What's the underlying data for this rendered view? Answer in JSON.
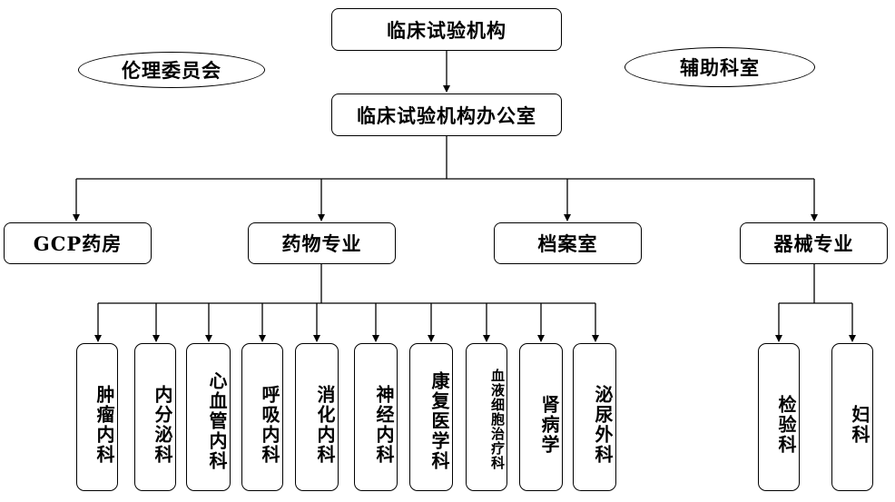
{
  "diagram": {
    "top": {
      "institution": "临床试验机构",
      "ethics_committee": "伦理委员会",
      "auxiliary_departments": "辅助科室",
      "office": "临床试验机构办公室"
    },
    "branches": {
      "gcp_pharmacy": "GCP药房",
      "drug_specialty": "药物专业",
      "archive_room": "档案室",
      "device_specialty": "器械专业"
    },
    "drug_departments": [
      "肿瘤内科",
      "内分泌科",
      "心血管内科",
      "呼吸内科",
      "消化内科",
      "神经内科",
      "康复医学科",
      "血液细胞治疗科",
      "肾病学",
      "泌尿外科"
    ],
    "device_departments": [
      "检验科",
      "妇科"
    ]
  }
}
